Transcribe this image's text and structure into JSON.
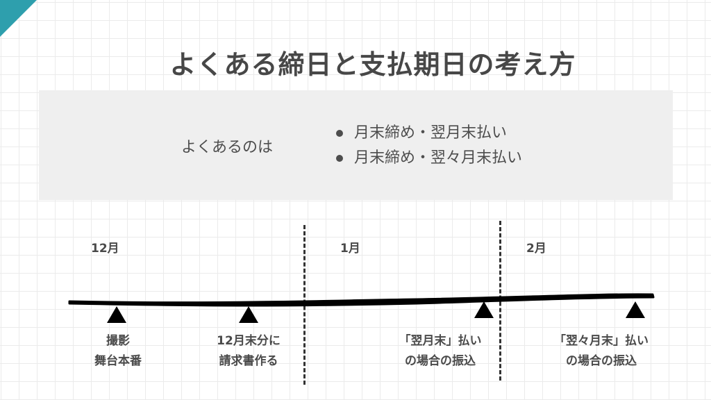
{
  "title": "よくある締日と支払期日の考え方",
  "info": {
    "lead": "よくあるのは",
    "bullets": [
      "月末締め・翌月末払い",
      "月末締め・翌々月末払い"
    ]
  },
  "colors": {
    "accent": "#2e9fad",
    "box_bg": "#efefef",
    "text": "#4a4a4a",
    "timeline": "#000000"
  },
  "timeline": {
    "months": [
      "12月",
      "1月",
      "2月"
    ],
    "events": [
      {
        "line1": "撮影",
        "line2": "舞台本番"
      },
      {
        "line1": "12月末分に",
        "line2": "請求書作る"
      },
      {
        "line1": "「翌月末」払い",
        "line2": "の場合の振込"
      },
      {
        "line1": "「翌々月末」払い",
        "line2": "の場合の振込"
      }
    ]
  }
}
